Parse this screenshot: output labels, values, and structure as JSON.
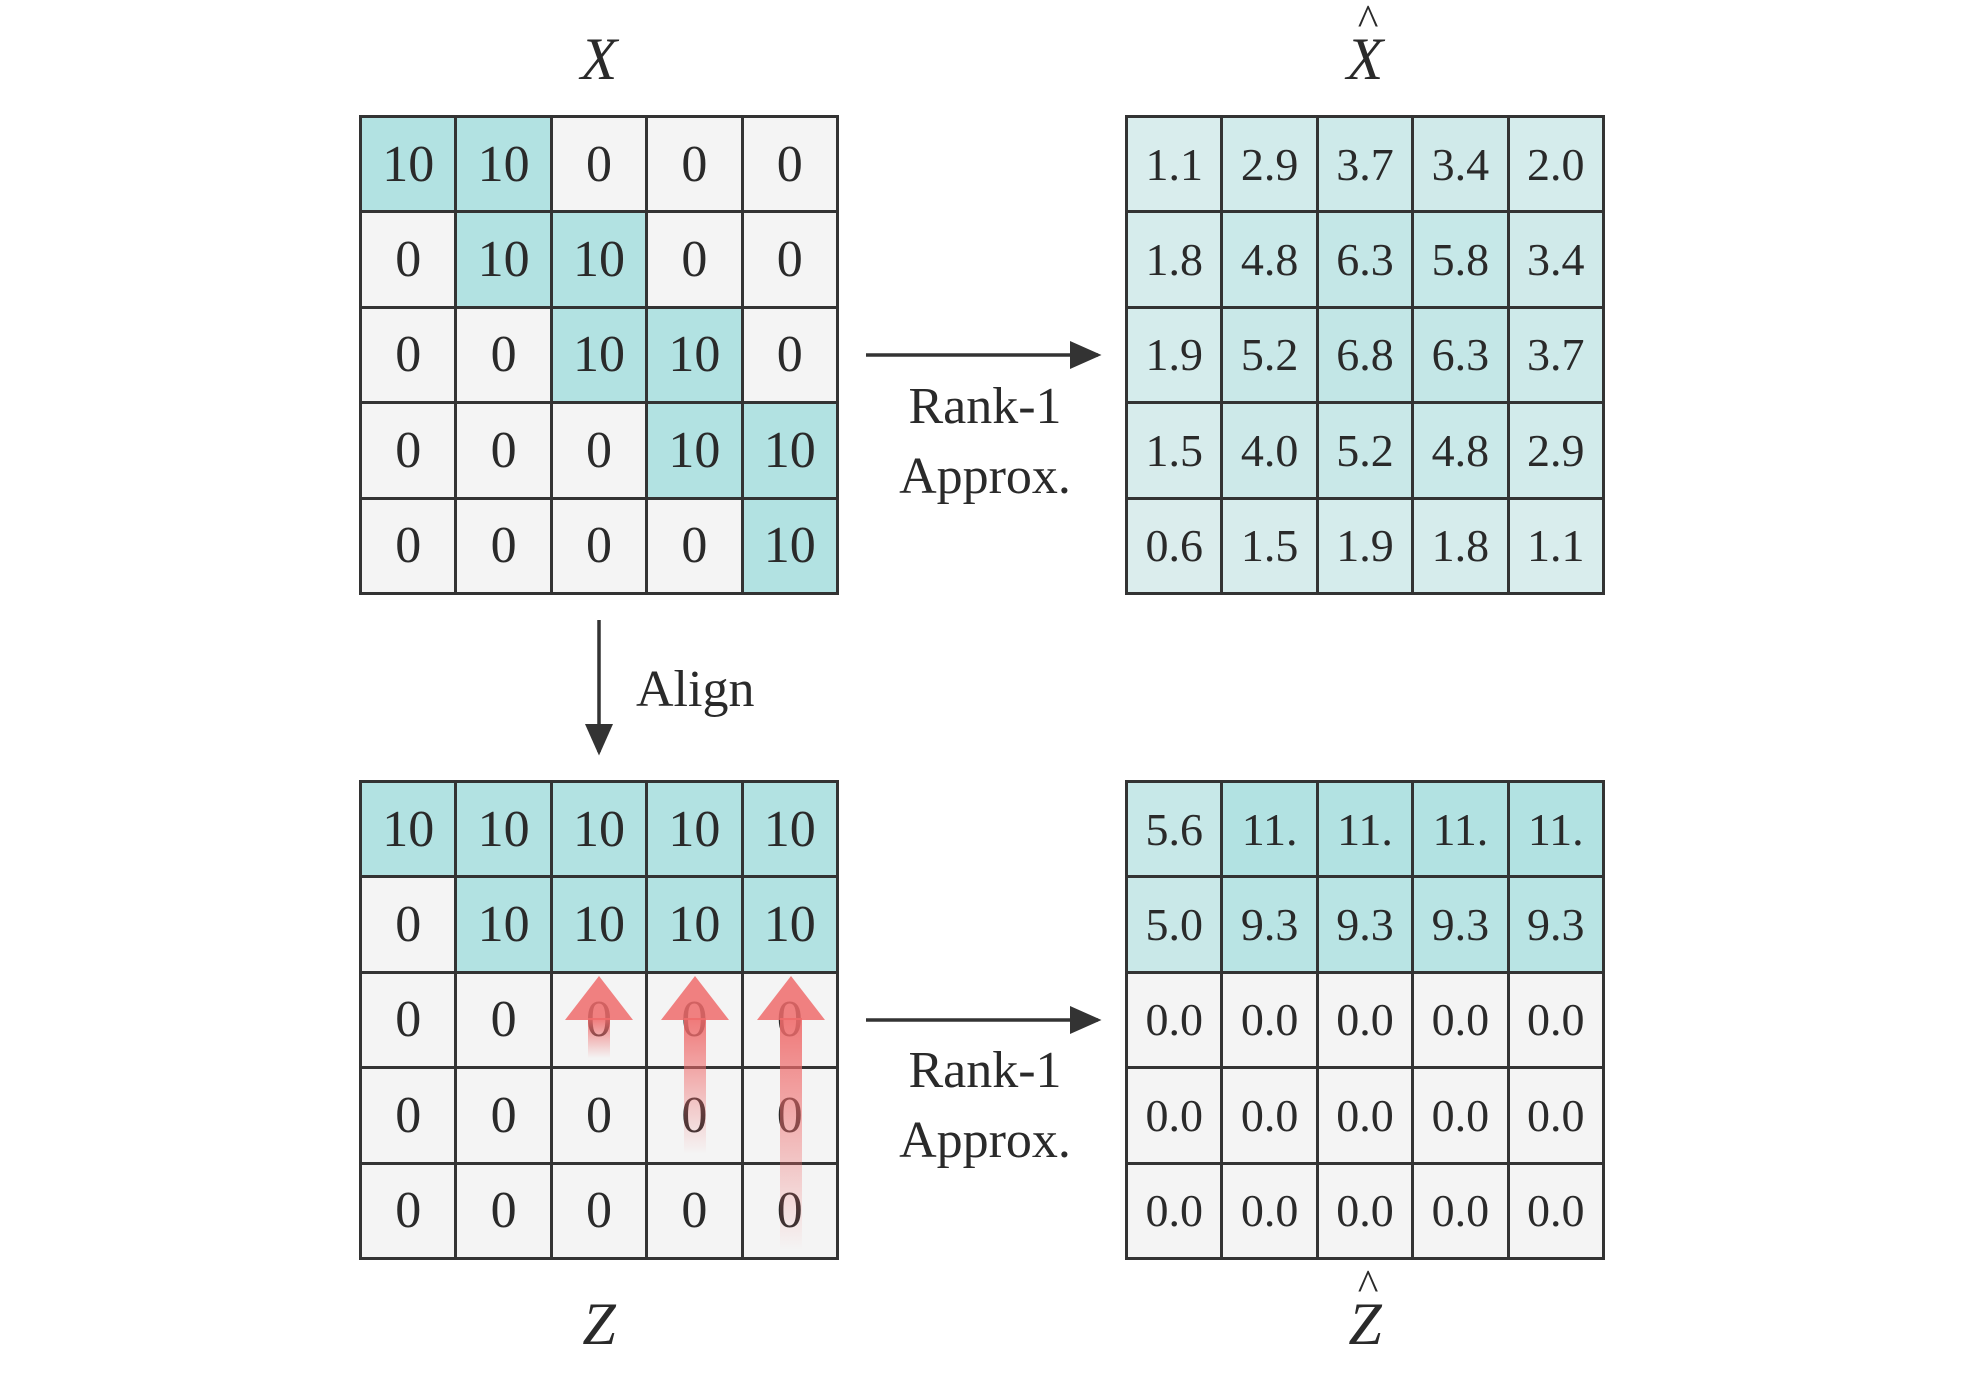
{
  "colors": {
    "high": "#b2e2e2",
    "zero": "#f4f4f4",
    "grid": "#333333",
    "arrow": "#333333",
    "shift_arrow": "#ef6b6b"
  },
  "labels": {
    "x": "X",
    "xhat": "X",
    "z": "Z",
    "zhat": "Z",
    "rank_top_1": "Rank-1",
    "rank_top_2": "Approx.",
    "rank_bottom_1": "Rank-1",
    "rank_bottom_2": "Approx.",
    "align": "Align"
  },
  "matrices": {
    "X": [
      [
        "10",
        "10",
        "0",
        "0",
        "0"
      ],
      [
        "0",
        "10",
        "10",
        "0",
        "0"
      ],
      [
        "0",
        "0",
        "10",
        "10",
        "0"
      ],
      [
        "0",
        "0",
        "0",
        "10",
        "10"
      ],
      [
        "0",
        "0",
        "0",
        "0",
        "10"
      ]
    ],
    "X_hat": [
      [
        "1.1",
        "2.9",
        "3.7",
        "3.4",
        "2.0"
      ],
      [
        "1.8",
        "4.8",
        "6.3",
        "5.8",
        "3.4"
      ],
      [
        "1.9",
        "5.2",
        "6.8",
        "6.3",
        "3.7"
      ],
      [
        "1.5",
        "4.0",
        "5.2",
        "4.8",
        "2.9"
      ],
      [
        "0.6",
        "1.5",
        "1.9",
        "1.8",
        "1.1"
      ]
    ],
    "Z": [
      [
        "10",
        "10",
        "10",
        "10",
        "10"
      ],
      [
        "0",
        "10",
        "10",
        "10",
        "10"
      ],
      [
        "0",
        "0",
        "0",
        "0",
        "0"
      ],
      [
        "0",
        "0",
        "0",
        "0",
        "0"
      ],
      [
        "0",
        "0",
        "0",
        "0",
        "0"
      ]
    ],
    "Z_hat": [
      [
        "5.6",
        "11.",
        "11.",
        "11.",
        "11."
      ],
      [
        "5.0",
        "9.3",
        "9.3",
        "9.3",
        "9.3"
      ],
      [
        "0.0",
        "0.0",
        "0.0",
        "0.0",
        "0.0"
      ],
      [
        "0.0",
        "0.0",
        "0.0",
        "0.0",
        "0.0"
      ],
      [
        "0.0",
        "0.0",
        "0.0",
        "0.0",
        "0.0"
      ]
    ]
  },
  "shift_arrows": [
    {
      "column": 2,
      "from_row": 2,
      "to_row": 1
    },
    {
      "column": 3,
      "from_row": 3,
      "to_row": 1
    },
    {
      "column": 4,
      "from_row": 4,
      "to_row": 1
    }
  ]
}
